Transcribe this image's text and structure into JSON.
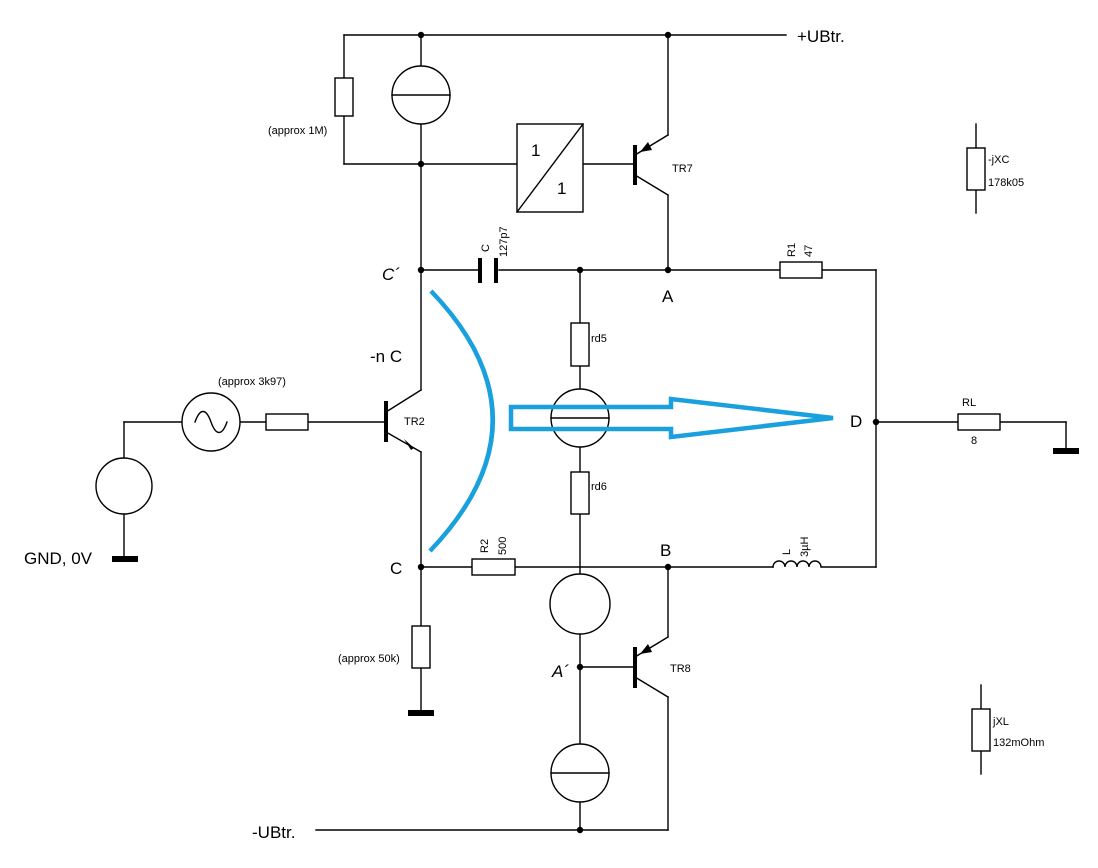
{
  "rails": {
    "positive": "+UBtr.",
    "negative": "-UBtr."
  },
  "ground": "GND, 0V",
  "nodes": {
    "c_prime": "C´",
    "a": "A",
    "neg_nc": "-n C",
    "d": "D",
    "c": "C",
    "b": "B",
    "a_prime": "A´"
  },
  "components": {
    "r_top": "(approx 1M)",
    "r_source": "(approx 3k97)",
    "r_bottom": "(approx 50k)",
    "buffer_in": "1",
    "buffer_out": "1",
    "tr7": "TR7",
    "tr2": "TR2",
    "tr8": "TR8",
    "cap_name": "C",
    "cap_value": "127p7",
    "r1_name": "R1",
    "r1_value": "47",
    "rd5": "rd5",
    "rd6": "rd6",
    "r2_name": "R2",
    "r2_value": "500",
    "l_name": "L",
    "l_value": "3µH",
    "rl_name": "RL",
    "rl_value": "8"
  },
  "legend": {
    "jxc_name": "-jXC",
    "jxc_value": "178k05",
    "jxl_name": "jXL",
    "jxl_value": "132mOhm"
  },
  "colors": {
    "annotation": "#1aa0dc",
    "wire": "#000000"
  }
}
